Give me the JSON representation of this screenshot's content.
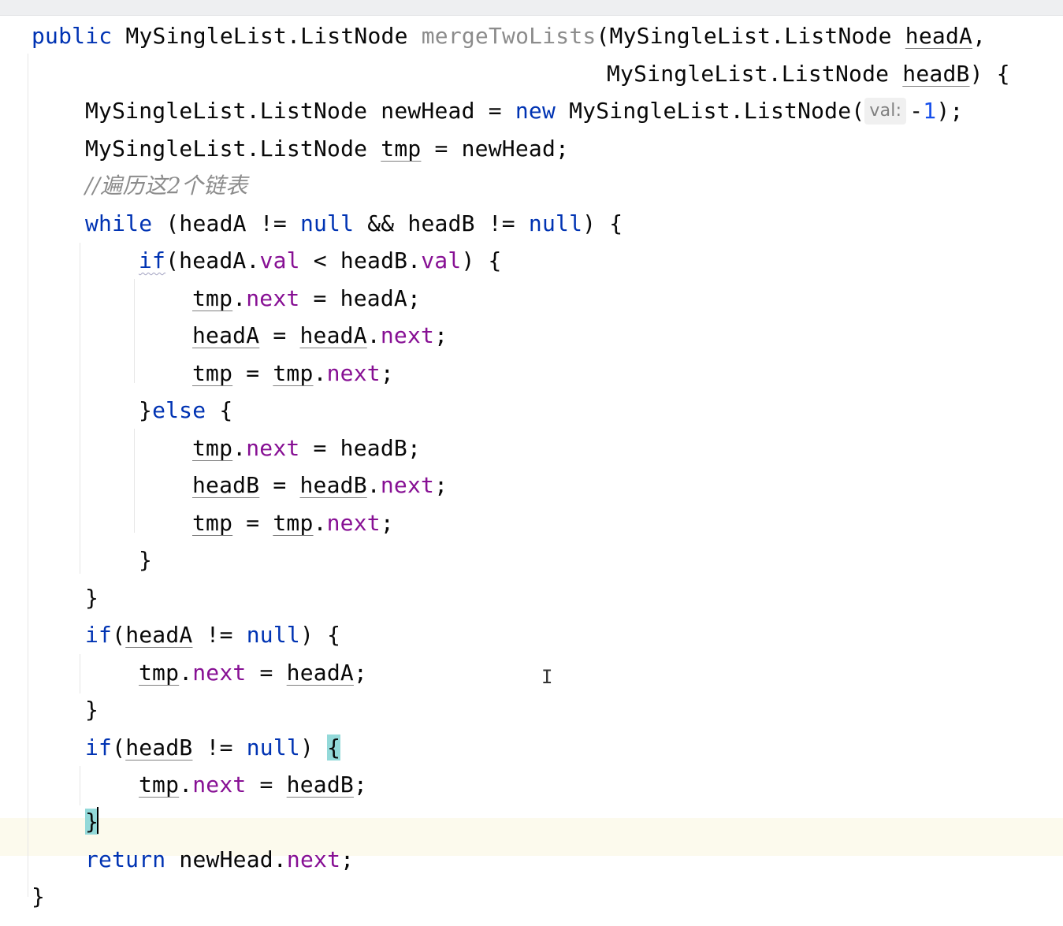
{
  "code": {
    "line1": {
      "kw": "public",
      "type": "MySingleList.ListNode",
      "method": "mergeTwoLists",
      "p1_open": "(MySingleList.ListNode",
      "param": "headA",
      "comma": ","
    },
    "line2": {
      "type": "MySingleList.ListNode",
      "param": "headB",
      "close": ") {"
    },
    "line3": {
      "decl": "MySingleList.ListNode newHead = ",
      "kw": "new",
      "ctor": " MySingleList.ListNode(",
      "hint": "val:",
      "neg": "-",
      "num": "1",
      "end": ");"
    },
    "line4": {
      "decl": "MySingleList.ListNode ",
      "var": "tmp",
      "rest": " = newHead;"
    },
    "line5": {
      "comment": "//遍历这2个链表"
    },
    "line6": {
      "kw": "while",
      "a": " (headA != ",
      "null1": "null",
      "b": " && headB != ",
      "null2": "null",
      "c": ") {"
    },
    "line7": {
      "kw": "if",
      "a": "(headA.",
      "f1": "val",
      "b": " < headB.",
      "f2": "val",
      "c": ") {"
    },
    "line8": {
      "var": "tmp",
      "dot": ".",
      "f": "next",
      "rest": " = headA;"
    },
    "line9": {
      "v1": "headA",
      "eq": " = ",
      "v2": "headA",
      "dot": ".",
      "f": "next",
      "semi": ";"
    },
    "line10": {
      "v1": "tmp",
      "eq": " = ",
      "v2": "tmp",
      "dot": ".",
      "f": "next",
      "semi": ";"
    },
    "line11": {
      "brace": "}",
      "kw": "else",
      "rest": " {"
    },
    "line12": {
      "var": "tmp",
      "dot": ".",
      "f": "next",
      "rest": " = headB;"
    },
    "line13": {
      "v1": "headB",
      "eq": " = ",
      "v2": "headB",
      "dot": ".",
      "f": "next",
      "semi": ";"
    },
    "line14": {
      "v1": "tmp",
      "eq": " = ",
      "v2": "tmp",
      "dot": ".",
      "f": "next",
      "semi": ";"
    },
    "line15": {
      "brace": "}"
    },
    "line16": {
      "brace": "}"
    },
    "line17": {
      "kw": "if",
      "a": "(",
      "v": "headA",
      "b": " != ",
      "null": "null",
      "c": ") {"
    },
    "line18": {
      "var": "tmp",
      "dot": ".",
      "f": "next",
      "eq": " = ",
      "v": "headA",
      "semi": ";"
    },
    "line19": {
      "brace": "}"
    },
    "line20": {
      "kw": "if",
      "a": "(",
      "v": "headB",
      "b": " != ",
      "null": "null",
      "c": ") ",
      "brace": "{"
    },
    "line21": {
      "var": "tmp",
      "dot": ".",
      "f": "next",
      "eq": " = ",
      "v": "headB",
      "semi": ";"
    },
    "line22": {
      "brace": "}"
    },
    "line23": {
      "kw": "return",
      "a": " newHead.",
      "f": "next",
      "semi": ";"
    },
    "line24": {
      "brace": "}"
    }
  },
  "cursor": {
    "ibeam": "I"
  },
  "colors": {
    "keyword": "#0033b3",
    "field": "#871094",
    "number": "#1750eb",
    "comment": "#8c8c8c",
    "brace_match": "#93d9d9",
    "caret_line": "#fcfaed"
  }
}
